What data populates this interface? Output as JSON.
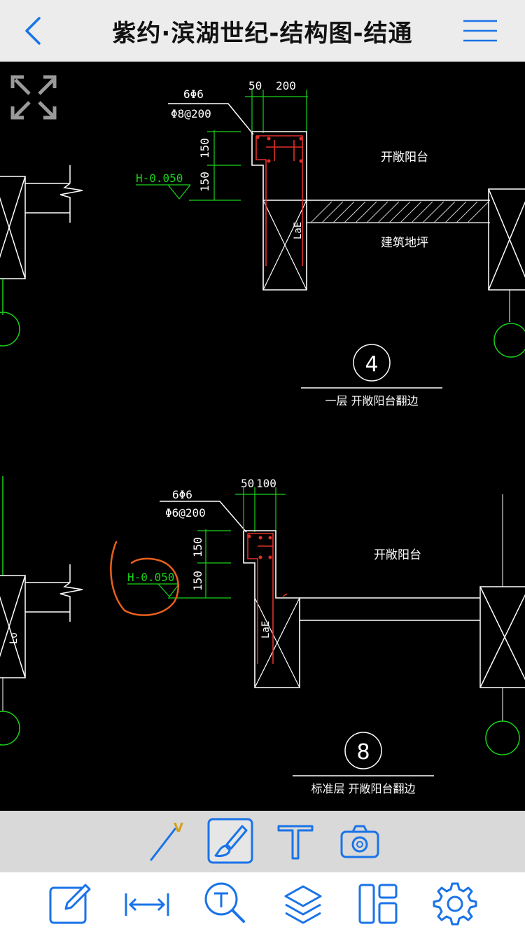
{
  "header": {
    "title": "紫约·滨湖世纪-结构图-结通",
    "back_icon": "chevron-left-icon",
    "menu_icon": "hamburger-menu-icon"
  },
  "colors": {
    "accent": "#1a73e8",
    "cad_green": "#19d219",
    "cad_red": "#e0302a",
    "markup_orange": "#e8601c",
    "header_bg": "#ececec",
    "toolbar_bg": "#d9d9d9"
  },
  "drawing": {
    "detail_top": {
      "rebar_top": "6Φ6",
      "rebar_stirrup": "Φ8@200",
      "dim_width_1": "50",
      "dim_width_2": "200",
      "dim_height_1": "150",
      "dim_height_2": "150",
      "elevation": "H-0.050",
      "label_balcony": "开敞阳台",
      "label_floor": "建筑地坪",
      "label_lae": "LaE",
      "detail_number": "4",
      "detail_caption": "一层 开敞阳台翻边"
    },
    "detail_bottom": {
      "rebar_top": "6Φ6",
      "rebar_stirrup": "Φ6@200",
      "dim_width_1": "50",
      "dim_width_2": "100",
      "dim_height_1": "150",
      "dim_height_2": "150",
      "elevation": "H-0.050",
      "label_balcony": "开敞阳台",
      "label_lae": "LaE",
      "label_lo": "Lo",
      "detail_number": "8",
      "detail_caption": "标准层 开敞阳台翻边"
    }
  },
  "tools_row1": [
    {
      "name": "line-tool",
      "icon": "line-v-icon",
      "badge": "V"
    },
    {
      "name": "brush-tool",
      "icon": "brush-icon",
      "selected": true
    },
    {
      "name": "text-tool",
      "icon": "text-t-icon"
    },
    {
      "name": "camera-tool",
      "icon": "camera-icon"
    }
  ],
  "tools_row2": [
    {
      "name": "edit-tool",
      "icon": "edit-pencil-icon"
    },
    {
      "name": "measure-tool",
      "icon": "measure-arrows-icon"
    },
    {
      "name": "text-search-tool",
      "icon": "text-search-icon"
    },
    {
      "name": "layers-tool",
      "icon": "layers-icon"
    },
    {
      "name": "layout-tool",
      "icon": "layout-icon"
    },
    {
      "name": "settings-tool",
      "icon": "gear-icon"
    }
  ]
}
